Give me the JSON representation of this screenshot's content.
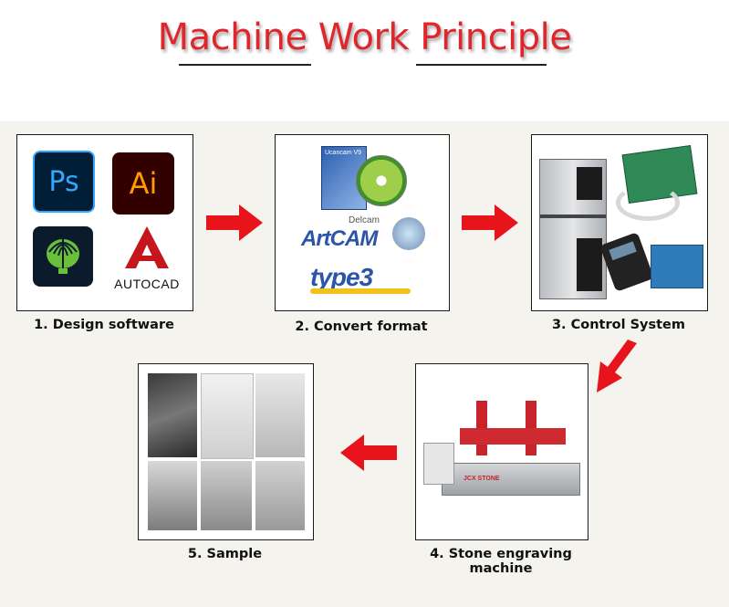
{
  "title": "Machine Work Principle",
  "steps": [
    {
      "label": "1. Design software"
    },
    {
      "label": "2. Convert format"
    },
    {
      "label": "3. Control System"
    },
    {
      "label": "4. Stone engraving machine"
    },
    {
      "label": "5. Sample"
    }
  ],
  "software_icons": {
    "ps": "Ps",
    "ai": "Ai",
    "autocad": "AUTOCAD"
  },
  "convert_logos": {
    "box_title": "Ucancam V9",
    "delcam": "Delcam",
    "artcam": "ArtCAM",
    "type3": "type3"
  },
  "machine_brand": "JCX STONE",
  "colors": {
    "accent": "#e0262b",
    "arrow": "#e8141c",
    "band": "#f4f3ee"
  }
}
